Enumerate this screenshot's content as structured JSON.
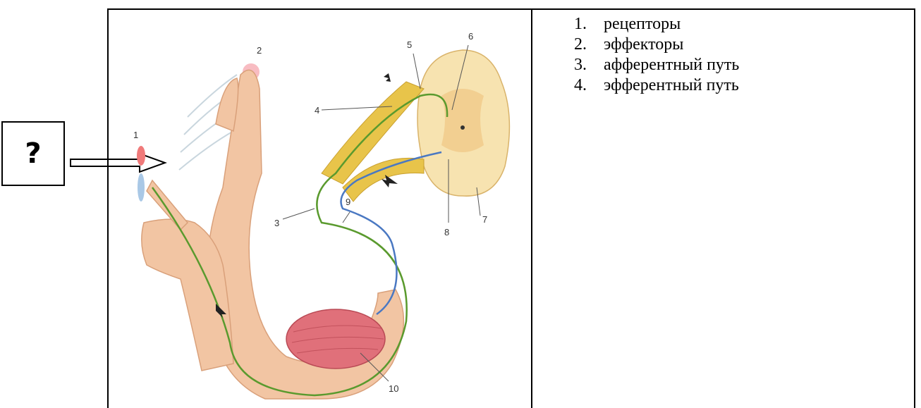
{
  "question_box": {
    "text": "?"
  },
  "figure": {
    "labels": [
      "1",
      "2",
      "3",
      "4",
      "5",
      "6",
      "7",
      "8",
      "9",
      "10"
    ]
  },
  "answer_list": [
    {
      "number": "1.",
      "text": "рецепторы"
    },
    {
      "number": "2.",
      "text": "эффекторы"
    },
    {
      "number": "3.",
      "text": "афферентный путь"
    },
    {
      "number": "4.",
      "text": "эфферентный путь"
    }
  ],
  "colors": {
    "skin": "#f2c5a3",
    "muscle": "#e0707a",
    "afferent_nerve": "#5a9a2e",
    "efferent_nerve": "#4a78c2",
    "spinal_cord": "#f7e3b0",
    "nerve_root": "#e8c44a"
  }
}
